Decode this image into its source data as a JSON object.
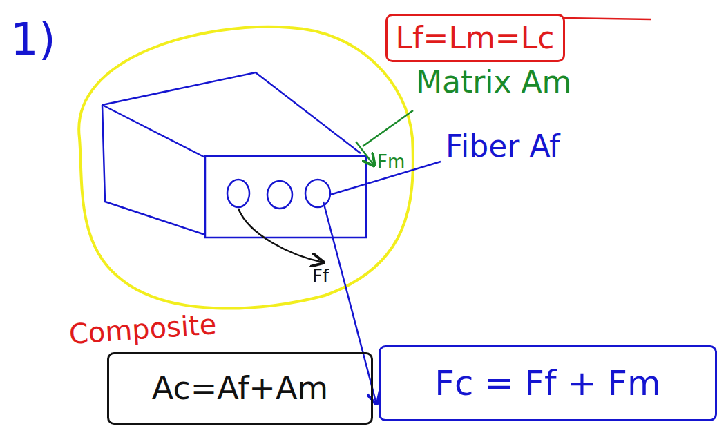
{
  "diagram": {
    "nodes": [
      {
        "text": [
          "Lf=Lm=Lc"
        ]
      },
      {
        "text": [
          "Ac=Af+Am"
        ]
      },
      {
        "text": [
          "Fc = Ff + Fm"
        ]
      }
    ],
    "labels": [
      "1)",
      "Matrix Am",
      "Fm",
      "Fiber Af",
      "Ff",
      "Composite"
    ]
  }
}
